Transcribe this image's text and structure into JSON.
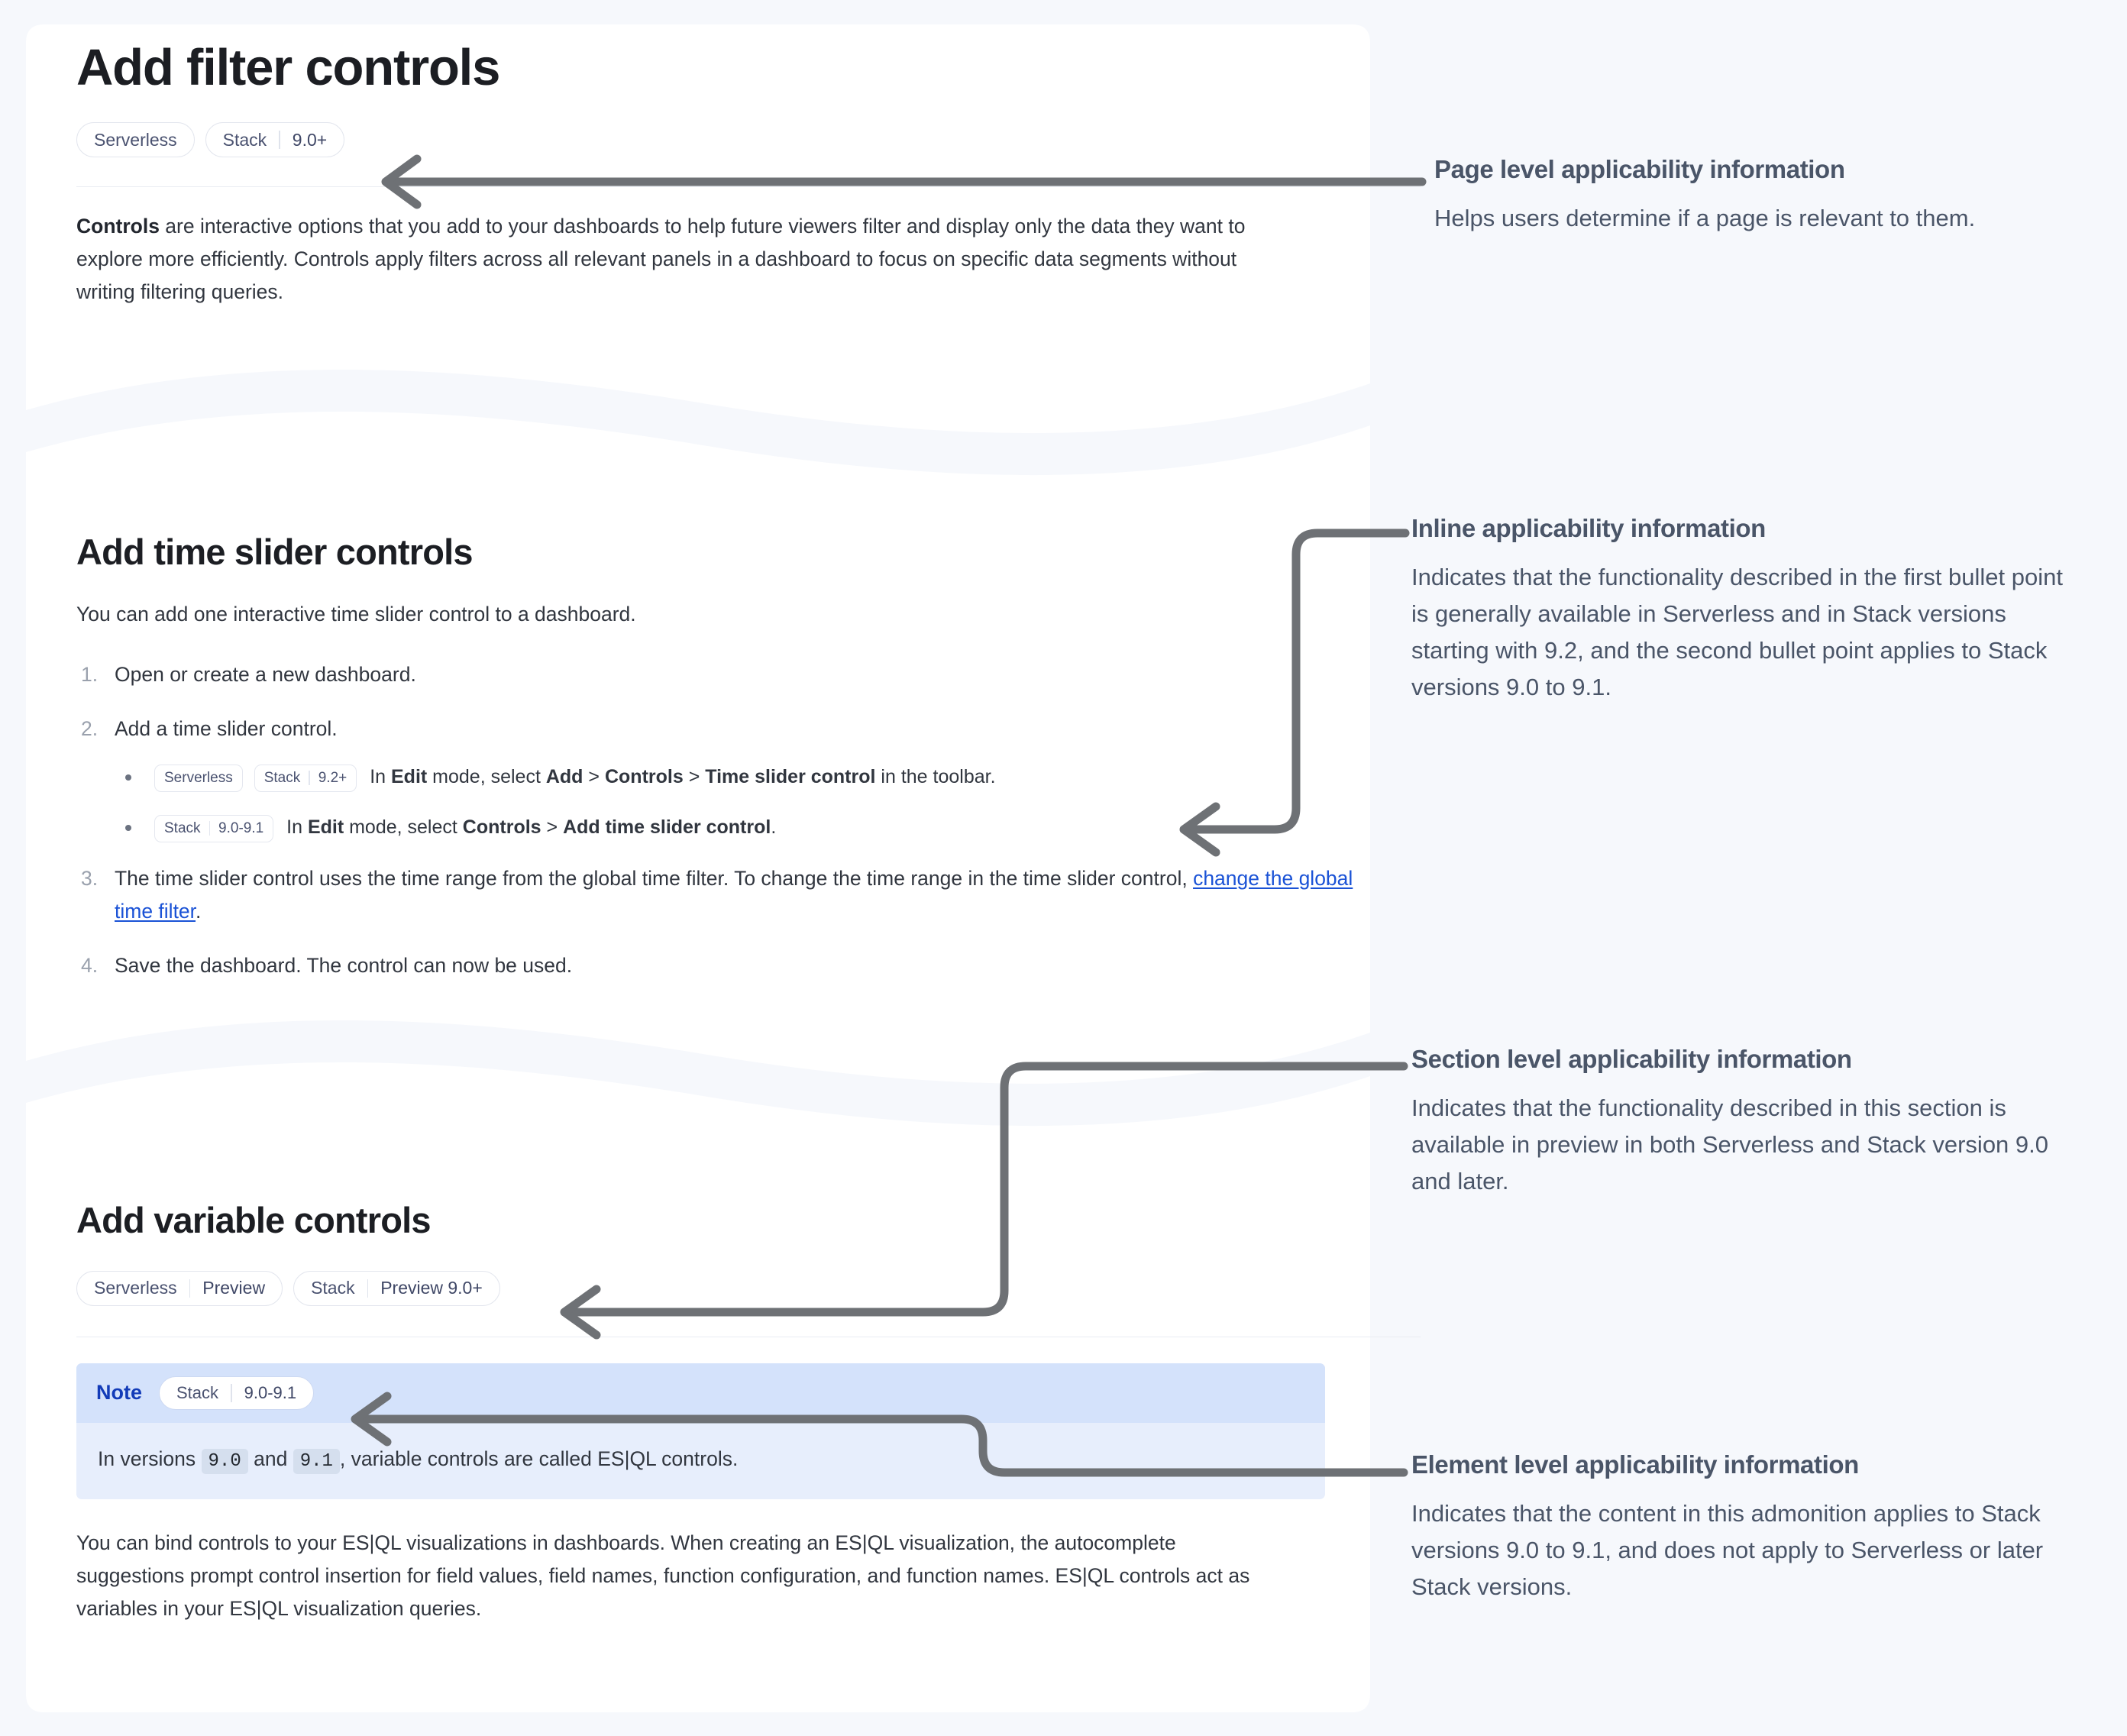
{
  "theme": {
    "canvas_bg": "#f6f8fc",
    "panel_bg": "#ffffff",
    "accent_link": "#1a52d6",
    "annotation_text": "#4a5568",
    "connector": "#6e7175",
    "note_header_bg": "#d4e2fb",
    "note_body_bg": "#e7eefc",
    "note_label_color": "#123bb8",
    "pill_border": "#e3e6ee",
    "pill_text": "#4a5270"
  },
  "page": {
    "title": "Add filter controls",
    "applicability": [
      {
        "name": "Serverless",
        "version": ""
      },
      {
        "name": "Stack",
        "version": "9.0+"
      }
    ],
    "intro": {
      "lead": "Controls",
      "rest": " are interactive options that you add to your dashboards to help future viewers filter and display only the data they want to explore more efficiently. Controls apply filters across all relevant panels in a dashboard to focus on specific data segments without writing filtering queries."
    }
  },
  "section_time_slider": {
    "title": "Add time slider controls",
    "intro": "You can add one interactive time slider control to a dashboard.",
    "steps": [
      {
        "text": "Open or create a new dashboard."
      },
      {
        "text": "Add a time slider control."
      },
      {
        "text": "The time slider control uses the time range from the global time filter. To change the time range in the time slider control, ",
        "link": "change the global time filter",
        "tail": "."
      },
      {
        "text": "Save the dashboard. The control can now be used."
      }
    ],
    "bullets": [
      {
        "badges": [
          {
            "name": "Serverless",
            "version": ""
          },
          {
            "name": "Stack",
            "version": "9.2+"
          }
        ],
        "prefix": "In ",
        "b1": "Edit",
        "mid1": " mode, select ",
        "b2": "Add",
        "sep1": " > ",
        "b3": "Controls",
        "sep2": " > ",
        "b4": "Time slider control",
        "tail": " in the toolbar."
      },
      {
        "badges": [
          {
            "name": "Stack",
            "version": "9.0-9.1"
          }
        ],
        "prefix": "In ",
        "b1": "Edit",
        "mid1": " mode, select ",
        "b2": "Controls",
        "sep1": " > ",
        "b3": "Add time slider control",
        "tail": "."
      }
    ]
  },
  "section_variable": {
    "title": "Add variable controls",
    "applicability": [
      {
        "name": "Serverless",
        "version": "Preview"
      },
      {
        "name": "Stack",
        "version": "Preview 9.0+"
      }
    ],
    "note": {
      "label": "Note",
      "badge": {
        "name": "Stack",
        "version": "9.0-9.1"
      },
      "body_pre": "In versions ",
      "code1": "9.0",
      "body_mid": " and ",
      "code2": "9.1",
      "body_post": ", variable controls are called ES|QL controls."
    },
    "paragraph": "You can bind controls to your ES|QL visualizations in dashboards. When creating an ES|QL visualization, the autocomplete suggestions prompt control insertion for field values, field names, function configuration, and function names. ES|QL controls act as variables in your ES|QL visualization queries."
  },
  "annotations": [
    {
      "id": "page-level",
      "title": "Page level applicability information",
      "body": "Helps users determine if a page is relevant to them."
    },
    {
      "id": "inline",
      "title": "Inline applicability information",
      "body": "Indicates that the functionality described in the first bullet point is generally available in Serverless and in Stack versions starting with 9.2, and the second bullet point applies to Stack versions 9.0 to 9.1."
    },
    {
      "id": "section-level",
      "title": "Section level applicability information",
      "body": "Indicates that the functionality described in this section is available in preview in both Serverless and Stack version 9.0 and later."
    },
    {
      "id": "element-level",
      "title": "Element level applicability information",
      "body": "Indicates that the content in this admonition applies to Stack versions 9.0 to 9.1, and does not apply to Serverless or later Stack versions."
    }
  ]
}
